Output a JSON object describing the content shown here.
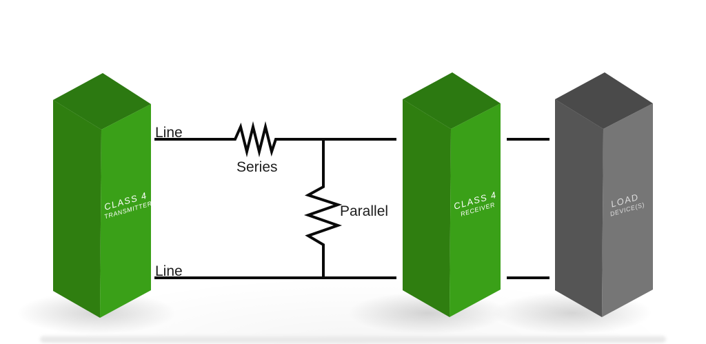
{
  "labels": {
    "line_top": "Line",
    "line_bottom": "Line",
    "series": "Series",
    "parallel": "Parallel"
  },
  "pillars": [
    {
      "name": "class4-transmitter",
      "line1": "CLASS 4",
      "line2": "TRANSMITTER"
    },
    {
      "name": "class4-receiver",
      "line1": "CLASS 4",
      "line2": "RECEIVER"
    },
    {
      "name": "load-devices",
      "line1": "LOAD",
      "line2": "DEVICE(S)"
    }
  ],
  "colors": {
    "green_top": "#2c7911",
    "green_face_dark": "#2f7e10",
    "green_face_light": "#3aa018",
    "gray_top": "#4a4a4a",
    "gray_face_dark": "#555555",
    "gray_face_light": "#767676",
    "wire": "#0a0a0a",
    "label_text": "#1c1c1c",
    "pillar_text": "#ffffff"
  }
}
